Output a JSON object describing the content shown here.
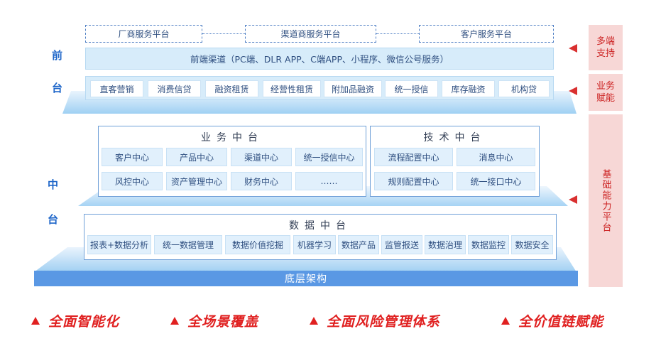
{
  "platforms": [
    "厂商服务平台",
    "渠道商服务平台",
    "客户服务平台"
  ],
  "front_channel": "前端渠道（PC端、DLR APP、C端APP、小程序、微信公号服务）",
  "front_biz": [
    "直客营销",
    "消费信贷",
    "融资租赁",
    "经营性租赁",
    "附加品融资",
    "统一授信",
    "库存融资",
    "机构贷"
  ],
  "side_labels": {
    "front_1": "前",
    "front_2": "台",
    "middle_1": "中",
    "middle_2": "台"
  },
  "business_center": {
    "title": "业务中台",
    "items": [
      "客户中心",
      "产品中心",
      "渠道中心",
      "统一授信中心",
      "风控中心",
      "资产管理中心",
      "财务中心",
      "……"
    ]
  },
  "tech_center": {
    "title": "技术中台",
    "items": [
      "流程配置中心",
      "消息中心",
      "规则配置中心",
      "统一接口中心"
    ]
  },
  "data_center": {
    "title": "数据中台",
    "items": [
      "报表+数据分析",
      "统一数据管理",
      "数据价值挖掘",
      "机器学习",
      "数据产品",
      "监管报送",
      "数据治理",
      "数据监控",
      "数据安全"
    ]
  },
  "bottom": "底层架构",
  "right_labels": [
    "多端\n支持",
    "业务\n赋能",
    "基础能力平台"
  ],
  "footer": [
    "全面智能化",
    "全场景覆盖",
    "全面风险管理体系",
    "全价值链赋能"
  ],
  "colors": {
    "accent": "#1e66c9",
    "red": "#e02020",
    "panel_fill": "#d7ecfa"
  }
}
